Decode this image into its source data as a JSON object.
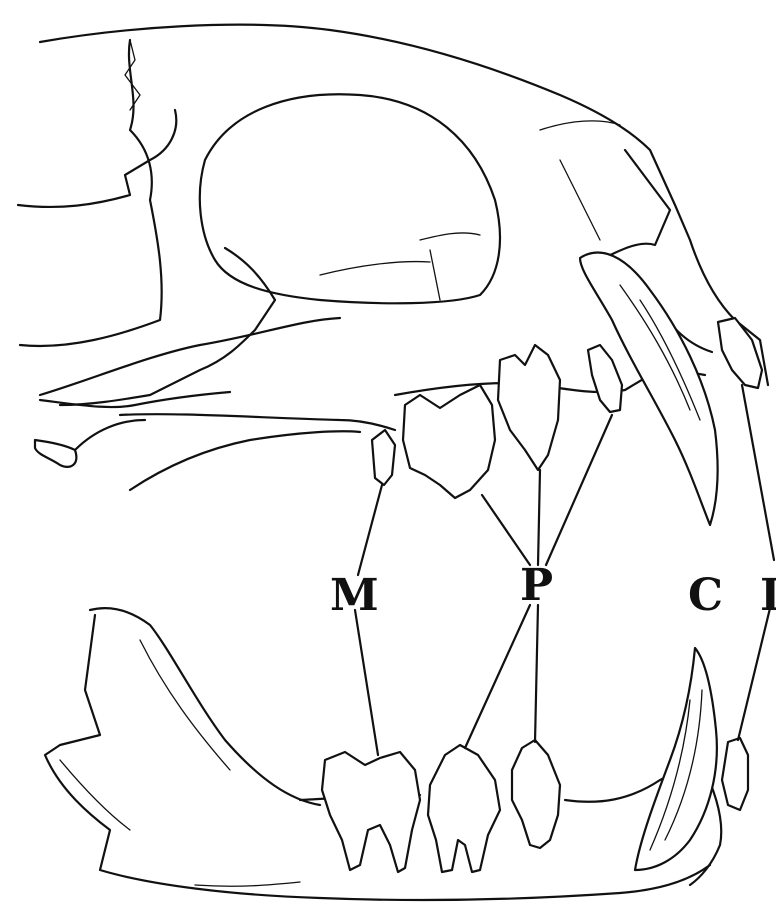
{
  "labels": {
    "molar": "M",
    "premolar": "P",
    "canine": "C",
    "incisor": "I"
  }
}
